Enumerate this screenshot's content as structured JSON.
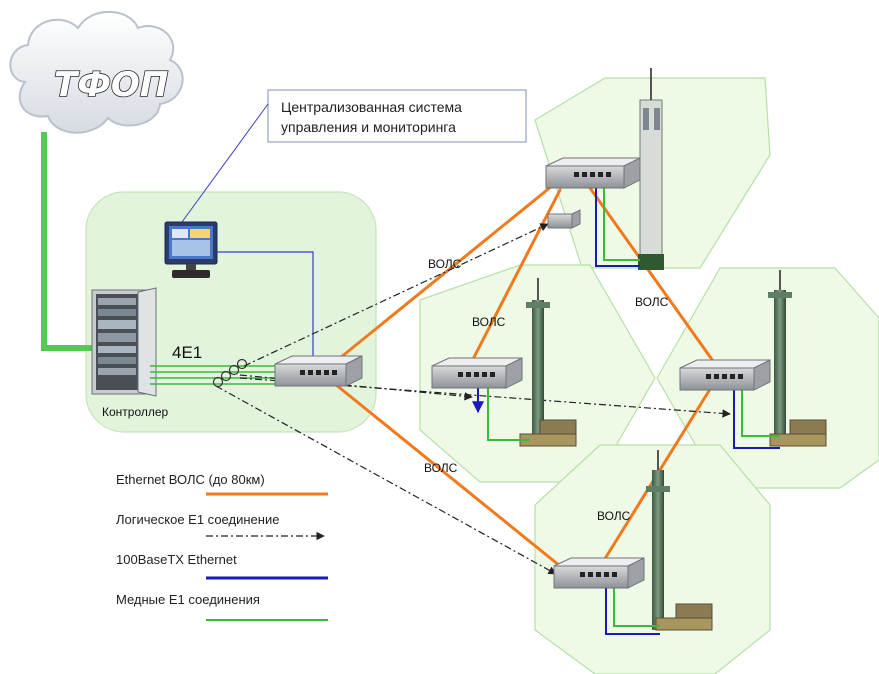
{
  "cloud": {
    "label": "ТФОП"
  },
  "callout": {
    "line1": "Централизованная система",
    "line2": "управления и мониторинга"
  },
  "controller": {
    "label": "Контроллер",
    "trunk_label": "4E1"
  },
  "link_labels": [
    "ВОЛС",
    "ВОЛС",
    "ВОЛС",
    "ВОЛС",
    "ВОЛС"
  ],
  "legend": [
    {
      "label": "Ethernet ВОЛС (до 80км)",
      "color": "#f07a1c",
      "style": "solid"
    },
    {
      "label": "Логическое E1 соединение",
      "color": "#222222",
      "style": "dash-dot-arrow"
    },
    {
      "label": "100BaseTX Ethernet",
      "color": "#1a1ab8",
      "style": "solid"
    },
    {
      "label": "Медные E1 соединения",
      "color": "#3cb83c",
      "style": "solid"
    }
  ],
  "colors": {
    "fiber": "#f07a1c",
    "ethernet": "#1a1ab8",
    "copper_e1": "#3cb83c",
    "uplink": "#55c855",
    "cell_fill": "#eef9e6",
    "cell_stroke": "#b6e0a8"
  },
  "icons": [
    "cloud-icon",
    "monitor-icon",
    "server-rack-icon",
    "switch-icon",
    "tower-icon",
    "cabinet-icon"
  ]
}
